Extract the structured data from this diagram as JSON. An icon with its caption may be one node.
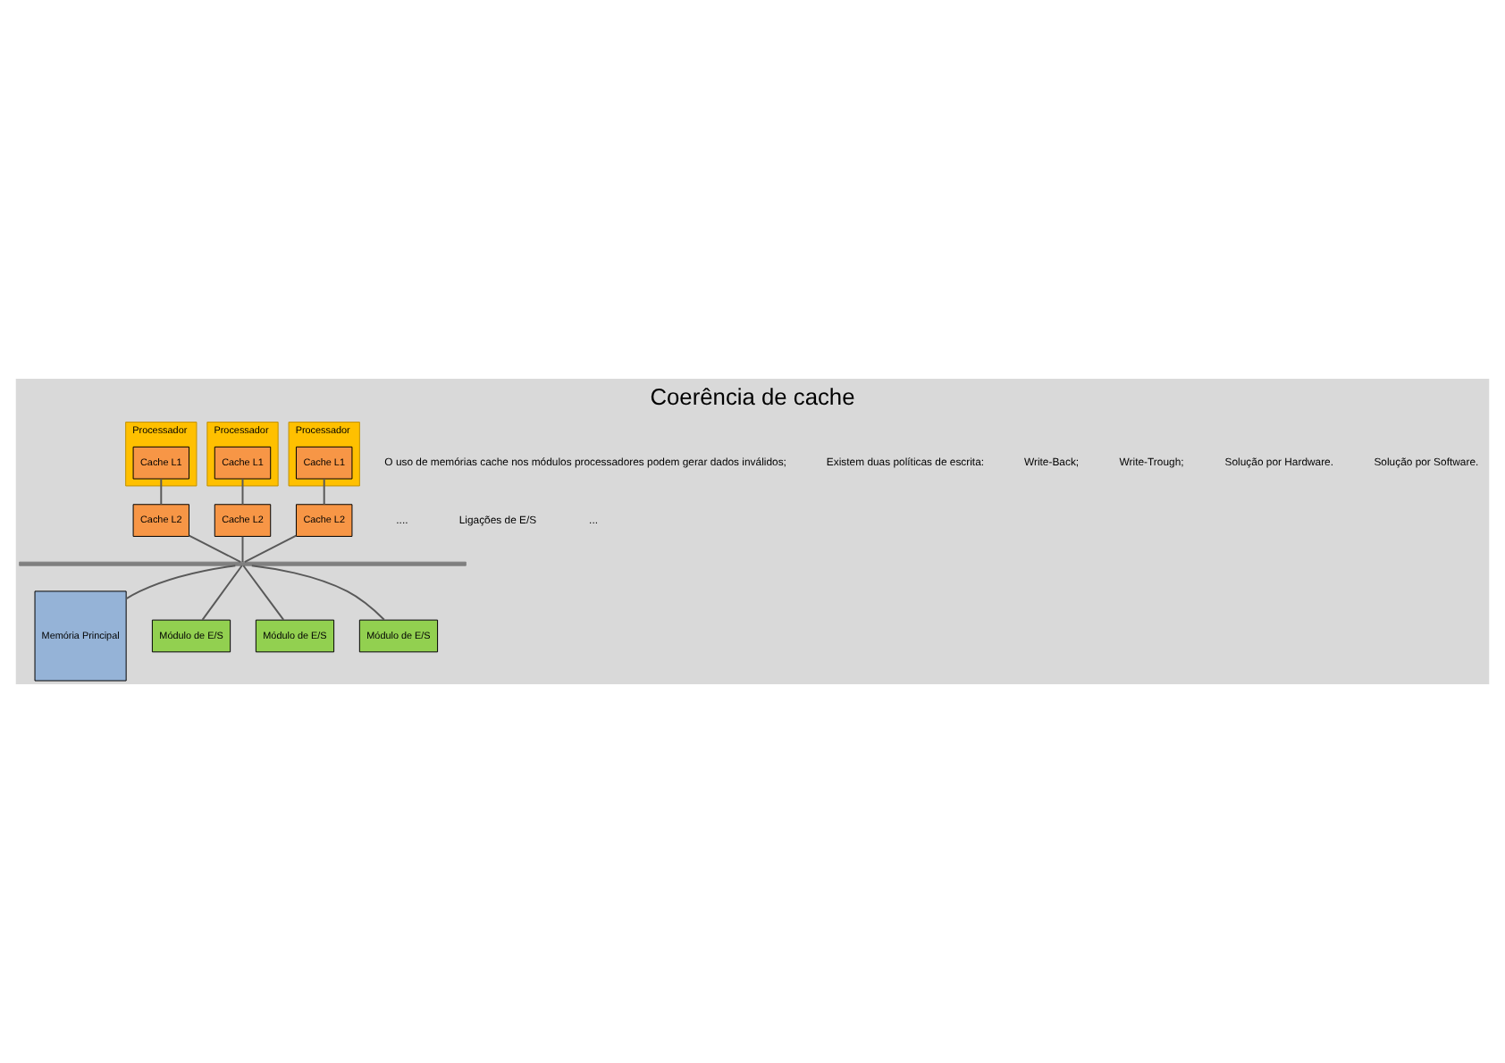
{
  "diagram": {
    "title": "Coerência de cache",
    "nodes": [
      {
        "text": [
          "Processador"
        ]
      },
      {
        "text": [
          "Cache L1"
        ],
        "in": 0
      },
      {
        "text": [
          "Processador"
        ]
      },
      {
        "text": [
          "Cache L1"
        ],
        "in": 2
      },
      {
        "text": [
          "Processador"
        ]
      },
      {
        "text": [
          "Cache L1"
        ],
        "in": 4
      },
      {
        "text": [
          "Cache L2"
        ]
      },
      {
        "text": [
          "Cache L2"
        ]
      },
      {
        "text": [
          "Cache L2"
        ]
      },
      {
        "text": [],
        "shape": "bar"
      },
      {
        "text": [
          "Memória Principal"
        ]
      },
      {
        "text": [
          "Módulo de E/S"
        ]
      },
      {
        "text": [
          "Módulo de E/S"
        ]
      },
      {
        "text": [
          "Módulo de E/S"
        ]
      }
    ],
    "edges": [
      {
        "from": 1,
        "to": 6,
        "arrow": "none"
      },
      {
        "from": 3,
        "to": 7,
        "arrow": "none"
      },
      {
        "from": 5,
        "to": 8,
        "arrow": "none"
      },
      {
        "from": 6,
        "to": 9,
        "arrow": "none"
      },
      {
        "from": 7,
        "to": 9,
        "arrow": "none"
      },
      {
        "from": 8,
        "to": 9,
        "arrow": "none"
      },
      {
        "from": 9,
        "to": 10,
        "arrow": "none"
      },
      {
        "from": 9,
        "to": 11,
        "arrow": "none"
      },
      {
        "from": 9,
        "to": 12,
        "arrow": "none"
      },
      {
        "from": 9,
        "to": 13,
        "arrow": "none"
      }
    ],
    "labels": [
      "O uso de memórias cache nos módulos processadores podem gerar dados inválidos;",
      "Existem duas políticas de escrita:",
      "Write-Back;",
      "Write-Trough;",
      "Solução por Hardware.",
      "Solução por Software.",
      "....",
      "Ligações de E/S",
      "..."
    ]
  }
}
